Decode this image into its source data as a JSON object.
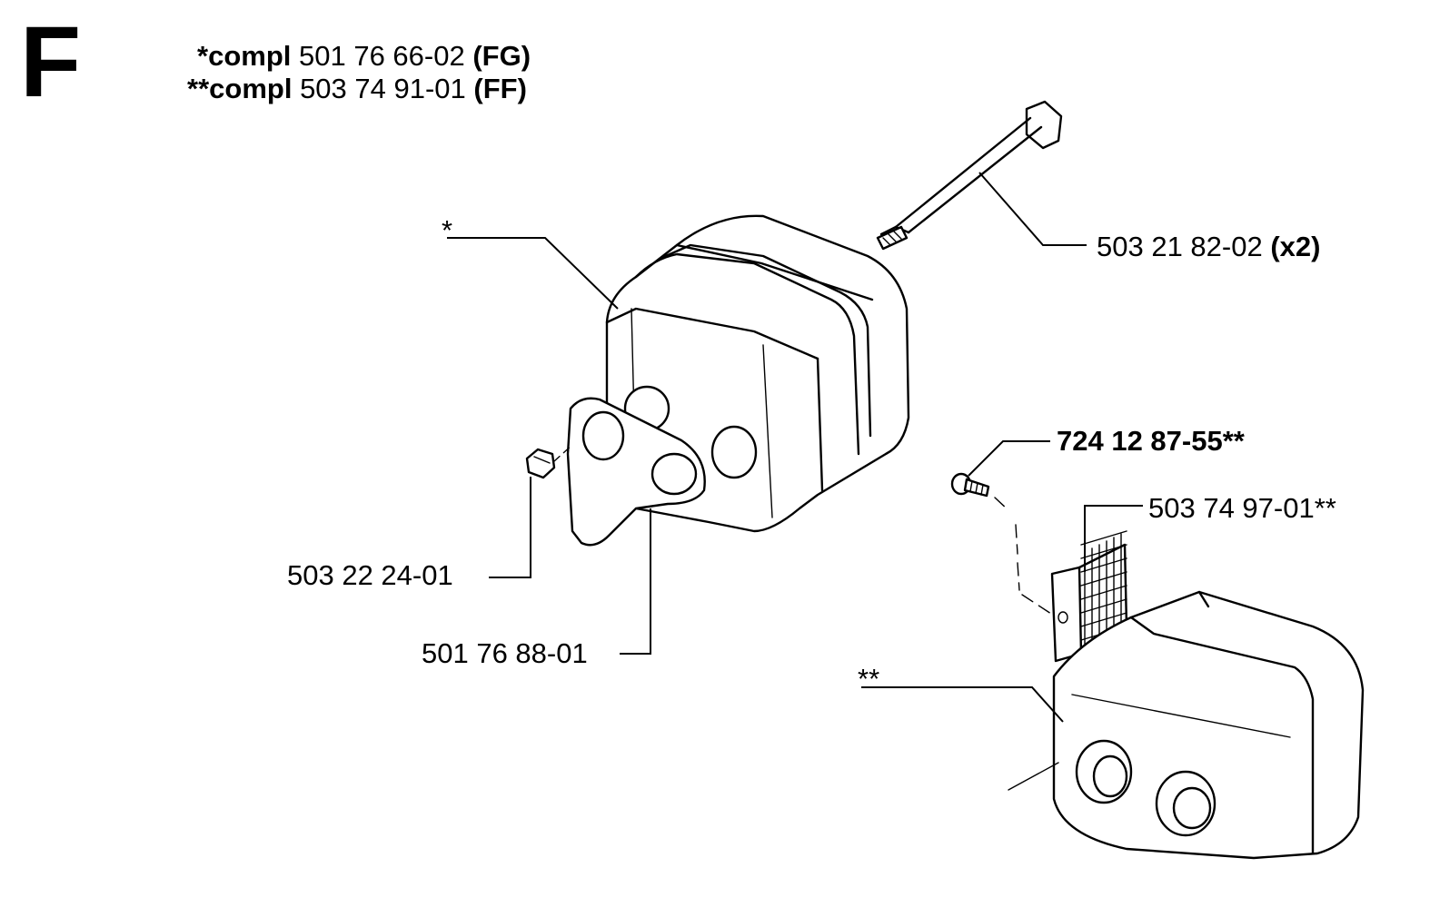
{
  "section_letter": "F",
  "assemblies": [
    {
      "marker": "*",
      "label": "compl",
      "part": "501 76 66-02",
      "variant": "(FG)"
    },
    {
      "marker": "**",
      "label": "compl",
      "part": "503 74 91-01",
      "variant": "(FF)"
    }
  ],
  "callouts": {
    "bolt": {
      "part": "503 21 82-02",
      "qty": "(x2)"
    },
    "nut": {
      "part": "503 22 24-01"
    },
    "plate": {
      "part": "501 76 88-01"
    },
    "screw": {
      "part": "724 12 87-55**"
    },
    "screen": {
      "part": "503 74 97-01**"
    },
    "muffler_fg_marker": "*",
    "muffler_ff_marker": "**"
  }
}
